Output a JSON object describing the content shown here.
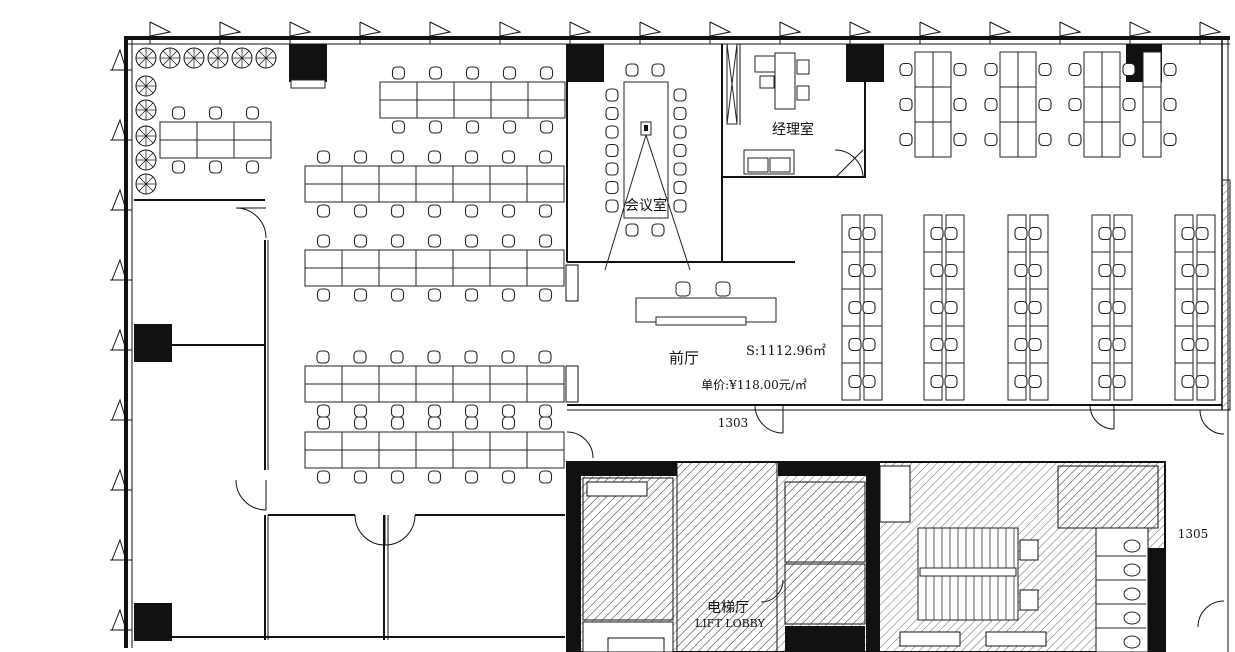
{
  "labels": {
    "meeting_room": "会议室",
    "manager_office": "经理室",
    "reception": "前厅",
    "area": "S:1112.96㎡",
    "unit_price": "单价:¥118.00元/㎡",
    "unit_1303": "1303",
    "unit_1305": "1305",
    "lift_lobby_cn": "电梯厅",
    "lift_lobby_en": "LIFT LOBBY"
  },
  "colors": {
    "line": "#111111",
    "background": "#ffffff",
    "hatch": "#555555"
  }
}
